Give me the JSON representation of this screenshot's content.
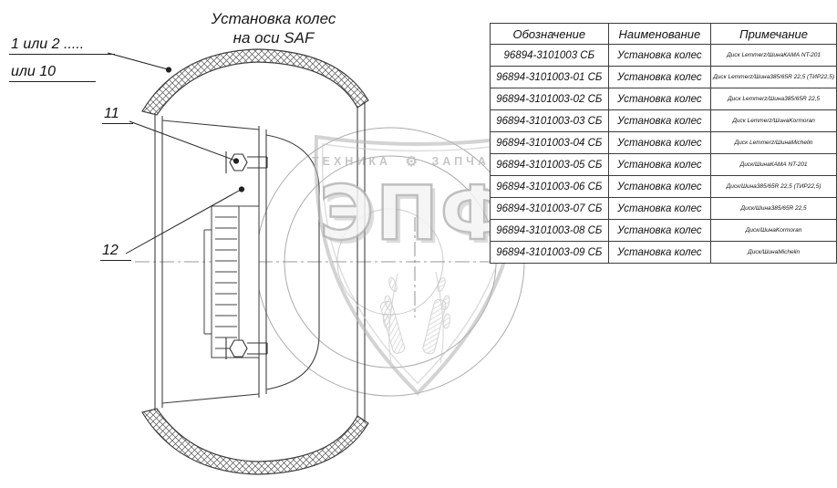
{
  "title": {
    "line1": "Установка колес",
    "line2": "на оси SAF"
  },
  "callouts": {
    "pos1": "1 или 2 .....",
    "pos1b": "или 10",
    "pos11": "11",
    "pos12": "12"
  },
  "watermark": {
    "logo": "ЭПФ",
    "tagline_left": "ТЕХНИКА",
    "gear": "⚙",
    "tagline_right": "ЗАПЧАСТИ"
  },
  "table": {
    "headers": {
      "designation": "Обозначение",
      "name": "Наименование",
      "note": "Примечание"
    },
    "rows": [
      {
        "code": "96894-3101003 СБ",
        "name": "Установка колес",
        "note": "Диск Lemmerz/ШинаКАМА NT-201"
      },
      {
        "code": "96894-3101003-01 СБ",
        "name": "Установка колес",
        "note": "Диск Lemmerz/Шина385/65R 22,5 (ТИР22,5)"
      },
      {
        "code": "96894-3101003-02 СБ",
        "name": "Установка колес",
        "note": "Диск Lemmerz/Шина385/65R 22,5"
      },
      {
        "code": "96894-3101003-03 СБ",
        "name": "Установка колес",
        "note": "Диск Lemmerz/ШинаKormoran"
      },
      {
        "code": "96894-3101003-04 СБ",
        "name": "Установка колес",
        "note": "Диск Lemmerz/ШинаMichelin"
      },
      {
        "code": "96894-3101003-05 СБ",
        "name": "Установка колес",
        "note": "Диск/ШинаКАМА NT-201"
      },
      {
        "code": "96894-3101003-06 СБ",
        "name": "Установка колес",
        "note": "Диск/Шина385/65R 22,5 (ТИР22,5)"
      },
      {
        "code": "96894-3101003-07 СБ",
        "name": "Установка колес",
        "note": "Диск/Шина385/65R 22,5"
      },
      {
        "code": "96894-3101003-08 СБ",
        "name": "Установка колес",
        "note": "Диск/ШинаKormoran"
      },
      {
        "code": "96894-3101003-09 СБ",
        "name": "Установка колес",
        "note": "Диск/ШинаMichelin"
      }
    ]
  }
}
